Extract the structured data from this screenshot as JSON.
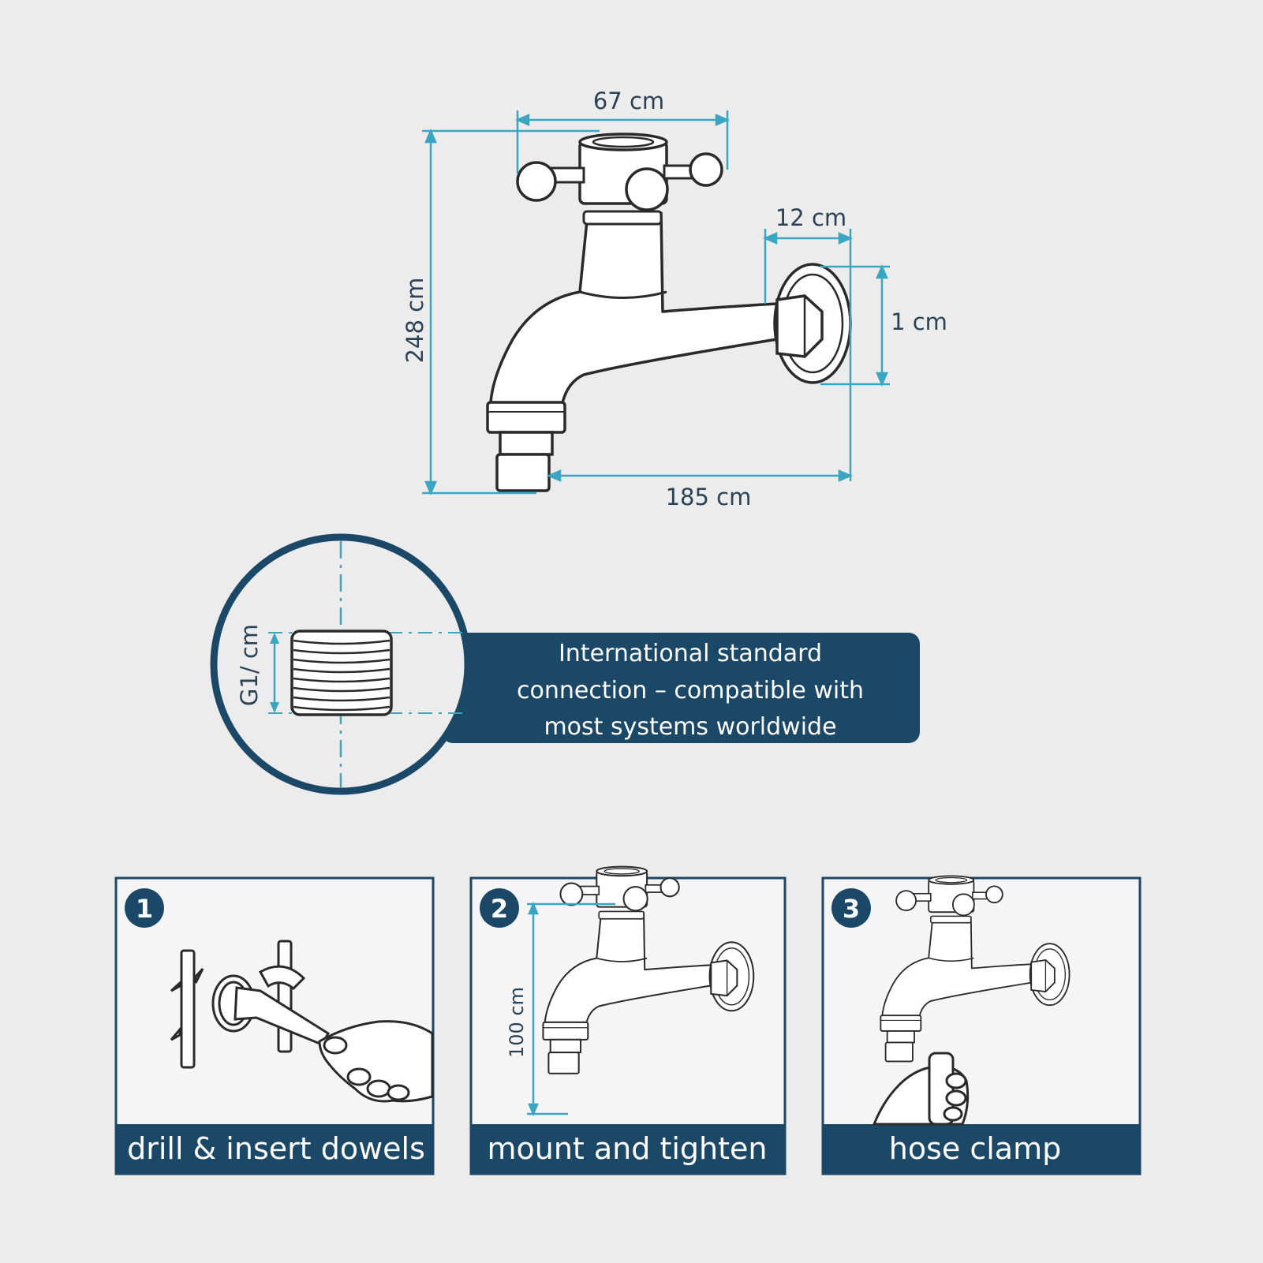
{
  "colors": {
    "background": "#ececec",
    "navy": "#1c4868",
    "dimension": "#3aa6c4",
    "line_art": "#2a2a2a",
    "text_dark": "#2b4256",
    "white": "#ffffff"
  },
  "dimensions": {
    "top_width": "67 cm",
    "total_height": "248 cm",
    "flange_depth": "12 cm",
    "flange_height": "1 cm",
    "projection": "185 cm"
  },
  "thread_detail": {
    "thread_label": "G1/ cm",
    "callout_lines": [
      "International standard",
      "connection – compatible with",
      "most systems worldwide"
    ]
  },
  "steps": [
    {
      "number": "1",
      "label": "drill & insert dowels"
    },
    {
      "number": "2",
      "label": "mount and tighten",
      "dimension": "100 cm"
    },
    {
      "number": "3",
      "label": "hose clamp"
    }
  ],
  "icons": [
    "wall-tap",
    "threaded-connector",
    "wrench",
    "dowel",
    "hand"
  ]
}
